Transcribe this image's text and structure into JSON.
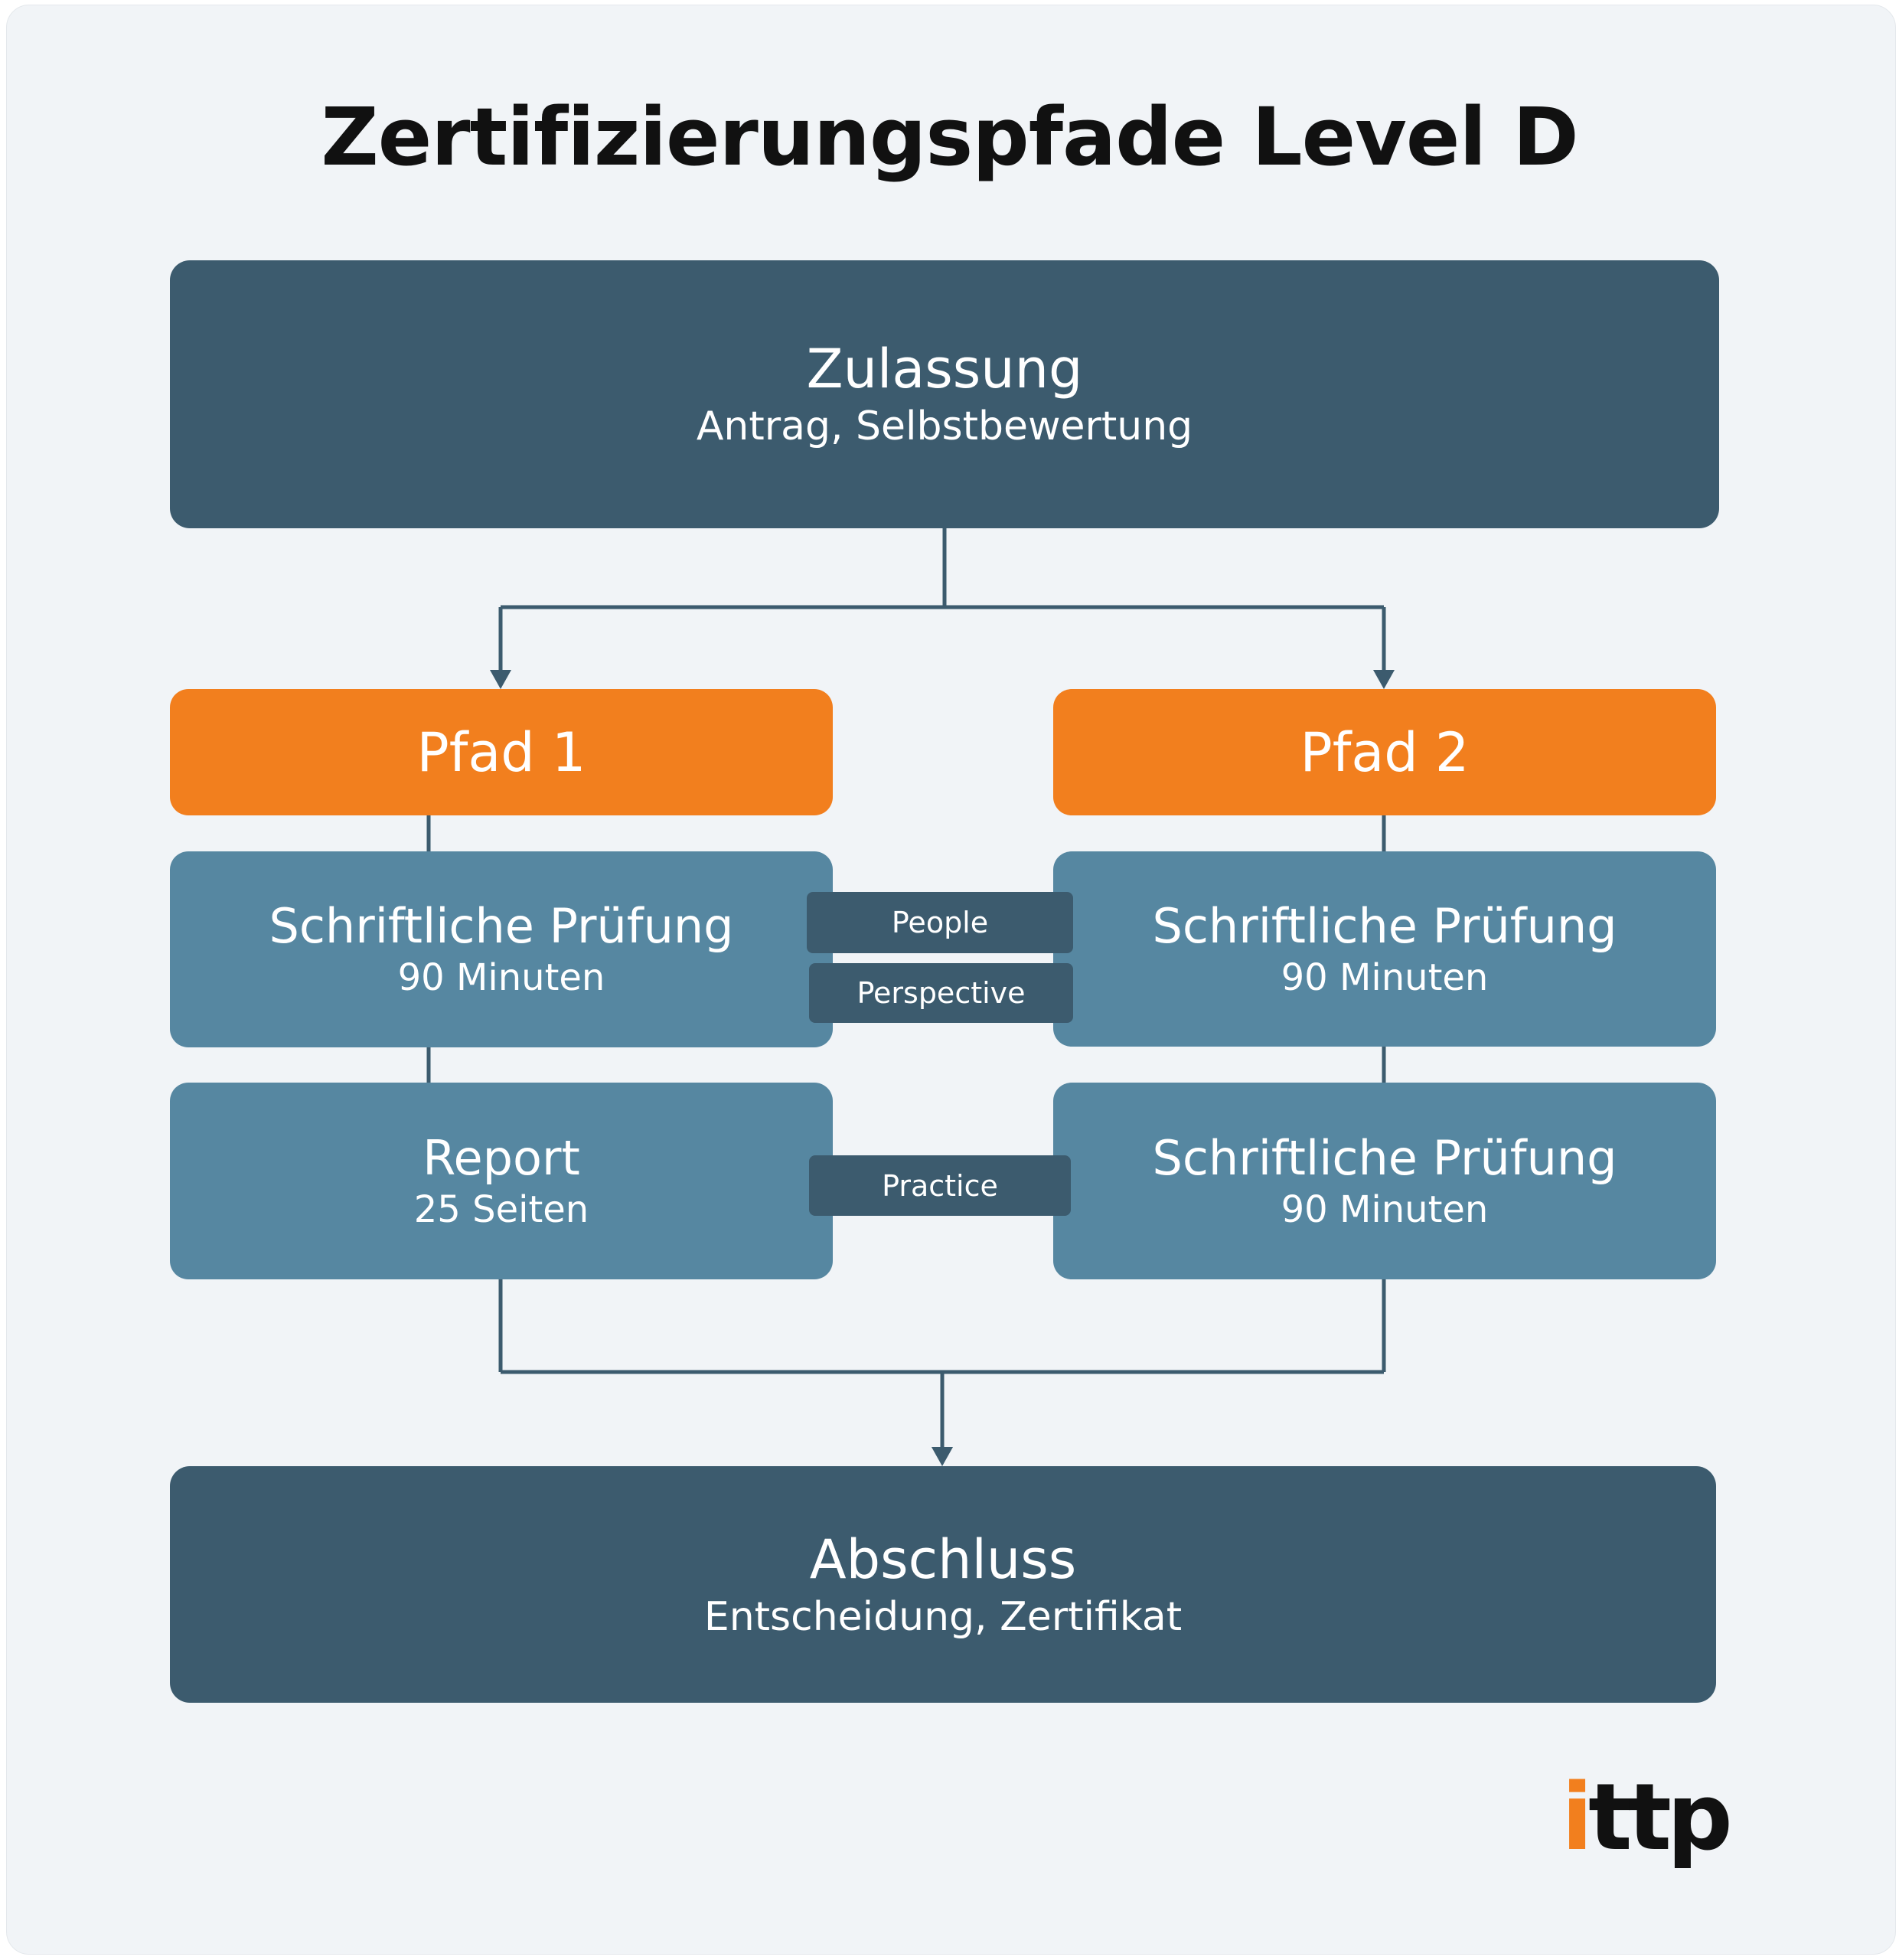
{
  "title": "Zertifizierungspfade Level D",
  "zulassung": {
    "title": "Zulassung",
    "subtitle": "Antrag, Selbstbewertung"
  },
  "paths": [
    {
      "label": "Pfad 1",
      "steps": [
        {
          "title": "Schriftliche Prüfung",
          "subtitle": "90 Minuten"
        },
        {
          "title": "Report",
          "subtitle": "25 Seiten"
        }
      ]
    },
    {
      "label": "Pfad 2",
      "steps": [
        {
          "title": "Schriftliche Prüfung",
          "subtitle": "90 Minuten"
        },
        {
          "title": "Schriftliche Prüfung",
          "subtitle": "90 Minuten"
        }
      ]
    }
  ],
  "tags": {
    "people": "People",
    "perspective": "Perspective",
    "practice": "Practice"
  },
  "abschluss": {
    "title": "Abschluss",
    "subtitle": "Entscheidung, Zertifikat"
  },
  "logo": {
    "text": "ittp"
  },
  "colors": {
    "dark": "#3c5b6e",
    "mid": "#5687a1",
    "orange": "#f27f1e",
    "background": "#f1f4f7"
  }
}
